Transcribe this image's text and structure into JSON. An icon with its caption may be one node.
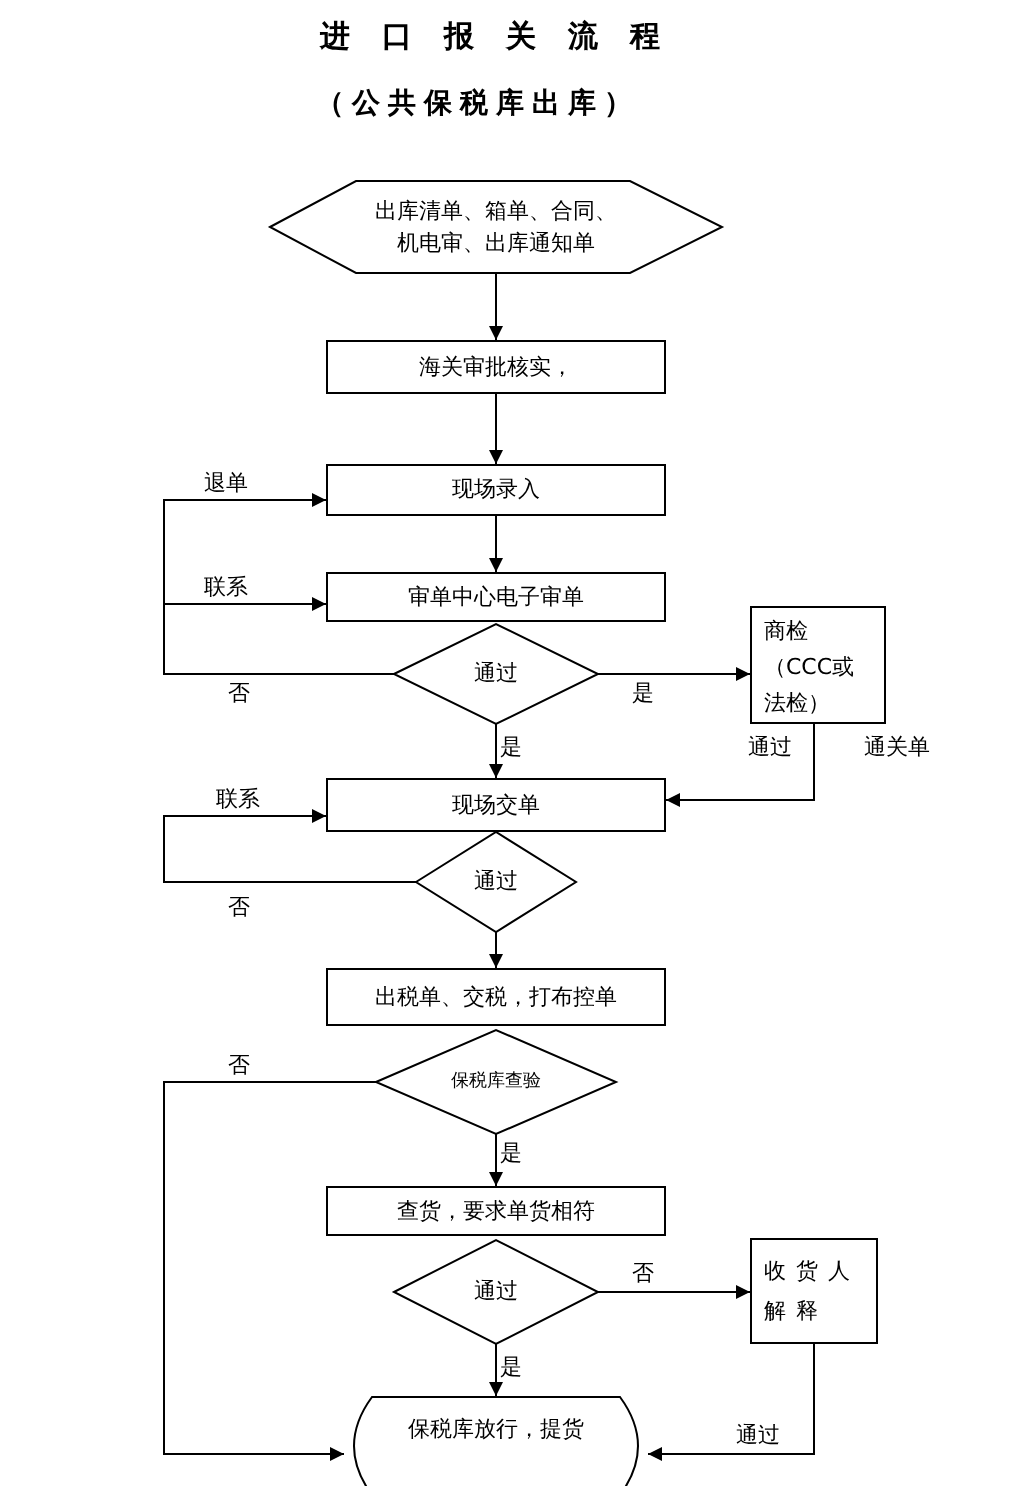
{
  "diagram": {
    "title": "进口报关流程",
    "nodes": [
      {
        "text": [
          "出库清单、箱单、合同、机电审、出库通知单"
        ]
      },
      {
        "text": [
          "海关审批核实，"
        ]
      },
      {
        "text": [
          "现场录入"
        ]
      },
      {
        "text": [
          "审单中心电子审单"
        ]
      },
      {
        "text": [
          "通过"
        ]
      },
      {
        "text": [
          "商检（CCC或法检）"
        ]
      },
      {
        "text": [
          "现场交单"
        ]
      },
      {
        "text": [
          "通过"
        ]
      },
      {
        "text": [
          "出税单、交税，打布控单"
        ]
      },
      {
        "text": [
          "保税库查验"
        ]
      },
      {
        "text": [
          "查货，要求单货相符"
        ]
      },
      {
        "text": [
          "通过"
        ]
      },
      {
        "text": [
          "收货人解释"
        ]
      },
      {
        "text": [
          "保税库放行，提货"
        ]
      }
    ],
    "edges": [
      {
        "from": 0,
        "to": 1,
        "arrow": "to"
      },
      {
        "from": 1,
        "to": 2,
        "arrow": "to"
      },
      {
        "from": 2,
        "to": 3,
        "arrow": "to"
      },
      {
        "from": 4,
        "to": 2,
        "arrow": "to",
        "label": "退单"
      },
      {
        "from": 4,
        "to": 3,
        "arrow": "to",
        "label": "联系"
      },
      {
        "from": 4,
        "to": 5,
        "arrow": "to",
        "label": "是"
      },
      {
        "from": 4,
        "to": 6,
        "arrow": "to",
        "label": "是"
      },
      {
        "from": 5,
        "to": 6,
        "arrow": "to",
        "label": "通过"
      },
      {
        "from": 7,
        "to": 6,
        "arrow": "to",
        "label": "联系"
      },
      {
        "from": 7,
        "to": 8,
        "arrow": "to"
      },
      {
        "from": 9,
        "to": 13,
        "arrow": "to",
        "label": "否"
      },
      {
        "from": 9,
        "to": 10,
        "arrow": "to",
        "label": "是"
      },
      {
        "from": 11,
        "to": 12,
        "arrow": "to",
        "label": "否"
      },
      {
        "from": 11,
        "to": 13,
        "arrow": "to",
        "label": "是"
      },
      {
        "from": 12,
        "to": 13,
        "arrow": "to",
        "label": "通过"
      }
    ],
    "labels": [
      "（公共保税库出库）",
      "否",
      "通关单",
      "否"
    ]
  }
}
